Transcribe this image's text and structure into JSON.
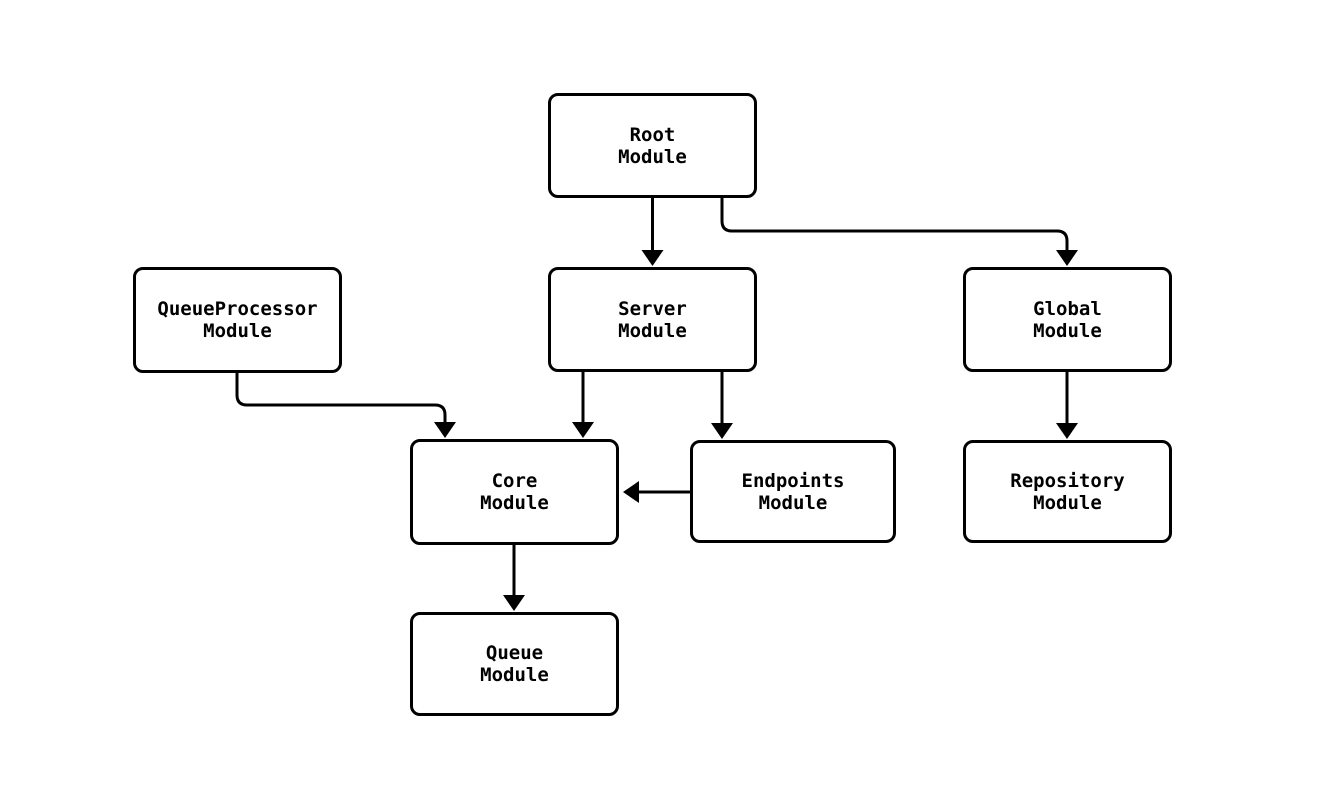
{
  "diagram": {
    "type": "flowchart",
    "background": "#ffffff",
    "stroke_color": "#000000",
    "node_fill": "#ffffff",
    "text_color": "#000000",
    "nodes": [
      {
        "id": "root",
        "label": "Root\nModule"
      },
      {
        "id": "queueprocessor",
        "label": "QueueProcessor\nModule"
      },
      {
        "id": "server",
        "label": "Server\nModule"
      },
      {
        "id": "global",
        "label": "Global\nModule"
      },
      {
        "id": "core",
        "label": "Core\nModule"
      },
      {
        "id": "endpoints",
        "label": "Endpoints\nModule"
      },
      {
        "id": "repository",
        "label": "Repository\nModule"
      },
      {
        "id": "queue",
        "label": "Queue\nModule"
      }
    ],
    "edges": [
      {
        "from": "root",
        "to": "server"
      },
      {
        "from": "root",
        "to": "global"
      },
      {
        "from": "queueprocessor",
        "to": "core"
      },
      {
        "from": "server",
        "to": "core"
      },
      {
        "from": "server",
        "to": "endpoints"
      },
      {
        "from": "endpoints",
        "to": "core"
      },
      {
        "from": "global",
        "to": "repository"
      },
      {
        "from": "core",
        "to": "queue"
      }
    ]
  }
}
